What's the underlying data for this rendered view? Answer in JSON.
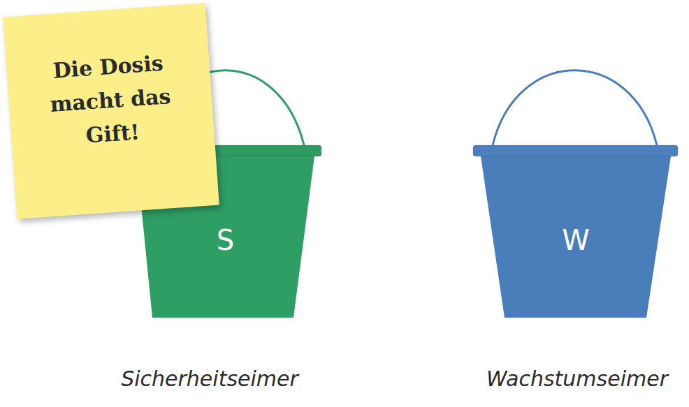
{
  "diagram": {
    "nodes": [
      {
        "text": [
          "Die Dosis macht das Gift!"
        ]
      },
      {
        "text": [
          "S",
          "Sicherheitseimer"
        ]
      },
      {
        "text": [
          "W",
          "Wachstumseimer"
        ]
      }
    ]
  }
}
